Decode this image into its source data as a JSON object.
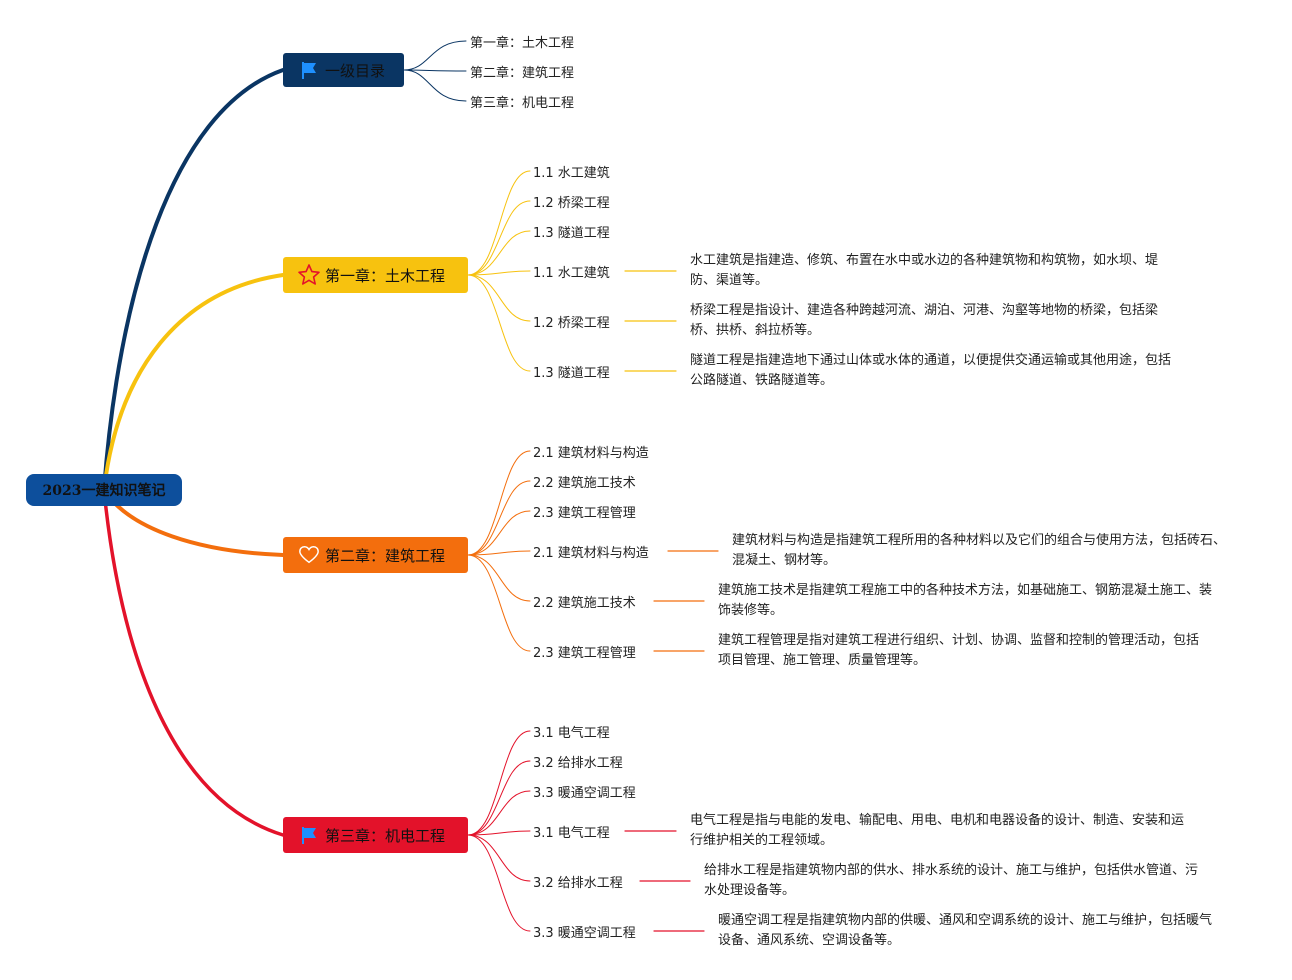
{
  "root": {
    "label": "2023一建知识笔记"
  },
  "branches": {
    "toc": {
      "label": "一级目录",
      "color": "#0a3563",
      "icon": "flag-icon",
      "items": [
        "第一章：土木工程",
        "第二章：建筑工程",
        "第三章：机电工程"
      ]
    },
    "ch1": {
      "label": "第一章：土木工程",
      "color": "#f7c20f",
      "icon": "star-icon",
      "items": [
        "1.1 水工建筑",
        "1.2 桥梁工程",
        "1.3 隧道工程"
      ],
      "details": [
        {
          "label": "1.1 水工建筑",
          "desc": "水工建筑是指建造、修筑、布置在水中或水边的各种建筑物和构筑物，如水坝、堤防、渠道等。"
        },
        {
          "label": "1.2 桥梁工程",
          "desc": "桥梁工程是指设计、建造各种跨越河流、湖泊、河港、沟壑等地物的桥梁，包括梁桥、拱桥、斜拉桥等。"
        },
        {
          "label": "1.3 隧道工程",
          "desc": "隧道工程是指建造地下通过山体或水体的通道，以便提供交通运输或其他用途，包括公路隧道、铁路隧道等。"
        }
      ]
    },
    "ch2": {
      "label": "第二章：建筑工程",
      "color": "#f36e0d",
      "icon": "heart-icon",
      "items": [
        "2.1 建筑材料与构造",
        "2.2 建筑施工技术",
        "2.3 建筑工程管理"
      ],
      "details": [
        {
          "label": "2.1 建筑材料与构造",
          "desc": "建筑材料与构造是指建筑工程所用的各种材料以及它们的组合与使用方法，包括砖石、混凝土、钢材等。"
        },
        {
          "label": "2.2 建筑施工技术",
          "desc": "建筑施工技术是指建筑工程施工中的各种技术方法，如基础施工、钢筋混凝土施工、装饰装修等。"
        },
        {
          "label": "2.3 建筑工程管理",
          "desc": "建筑工程管理是指对建筑工程进行组织、计划、协调、监督和控制的管理活动，包括项目管理、施工管理、质量管理等。"
        }
      ]
    },
    "ch3": {
      "label": "第三章：机电工程",
      "color": "#e3122a",
      "icon": "flag-icon",
      "items": [
        "3.1 电气工程",
        "3.2 给排水工程",
        "3.3 暖通空调工程"
      ],
      "details": [
        {
          "label": "3.1 电气工程",
          "desc": "电气工程是指与电能的发电、输配电、用电、电机和电器设备的设计、制造、安装和运行维护相关的工程领域。"
        },
        {
          "label": "3.2 给排水工程",
          "desc": "给排水工程是指建筑物内部的供水、排水系统的设计、施工与维护，包括供水管道、污水处理设备等。"
        },
        {
          "label": "3.3 暖通空调工程",
          "desc": "暖通空调工程是指建筑物内部的供暖、通风和空调系统的设计、施工与维护，包括暖气设备、通风系统、空调设备等。"
        }
      ]
    }
  }
}
